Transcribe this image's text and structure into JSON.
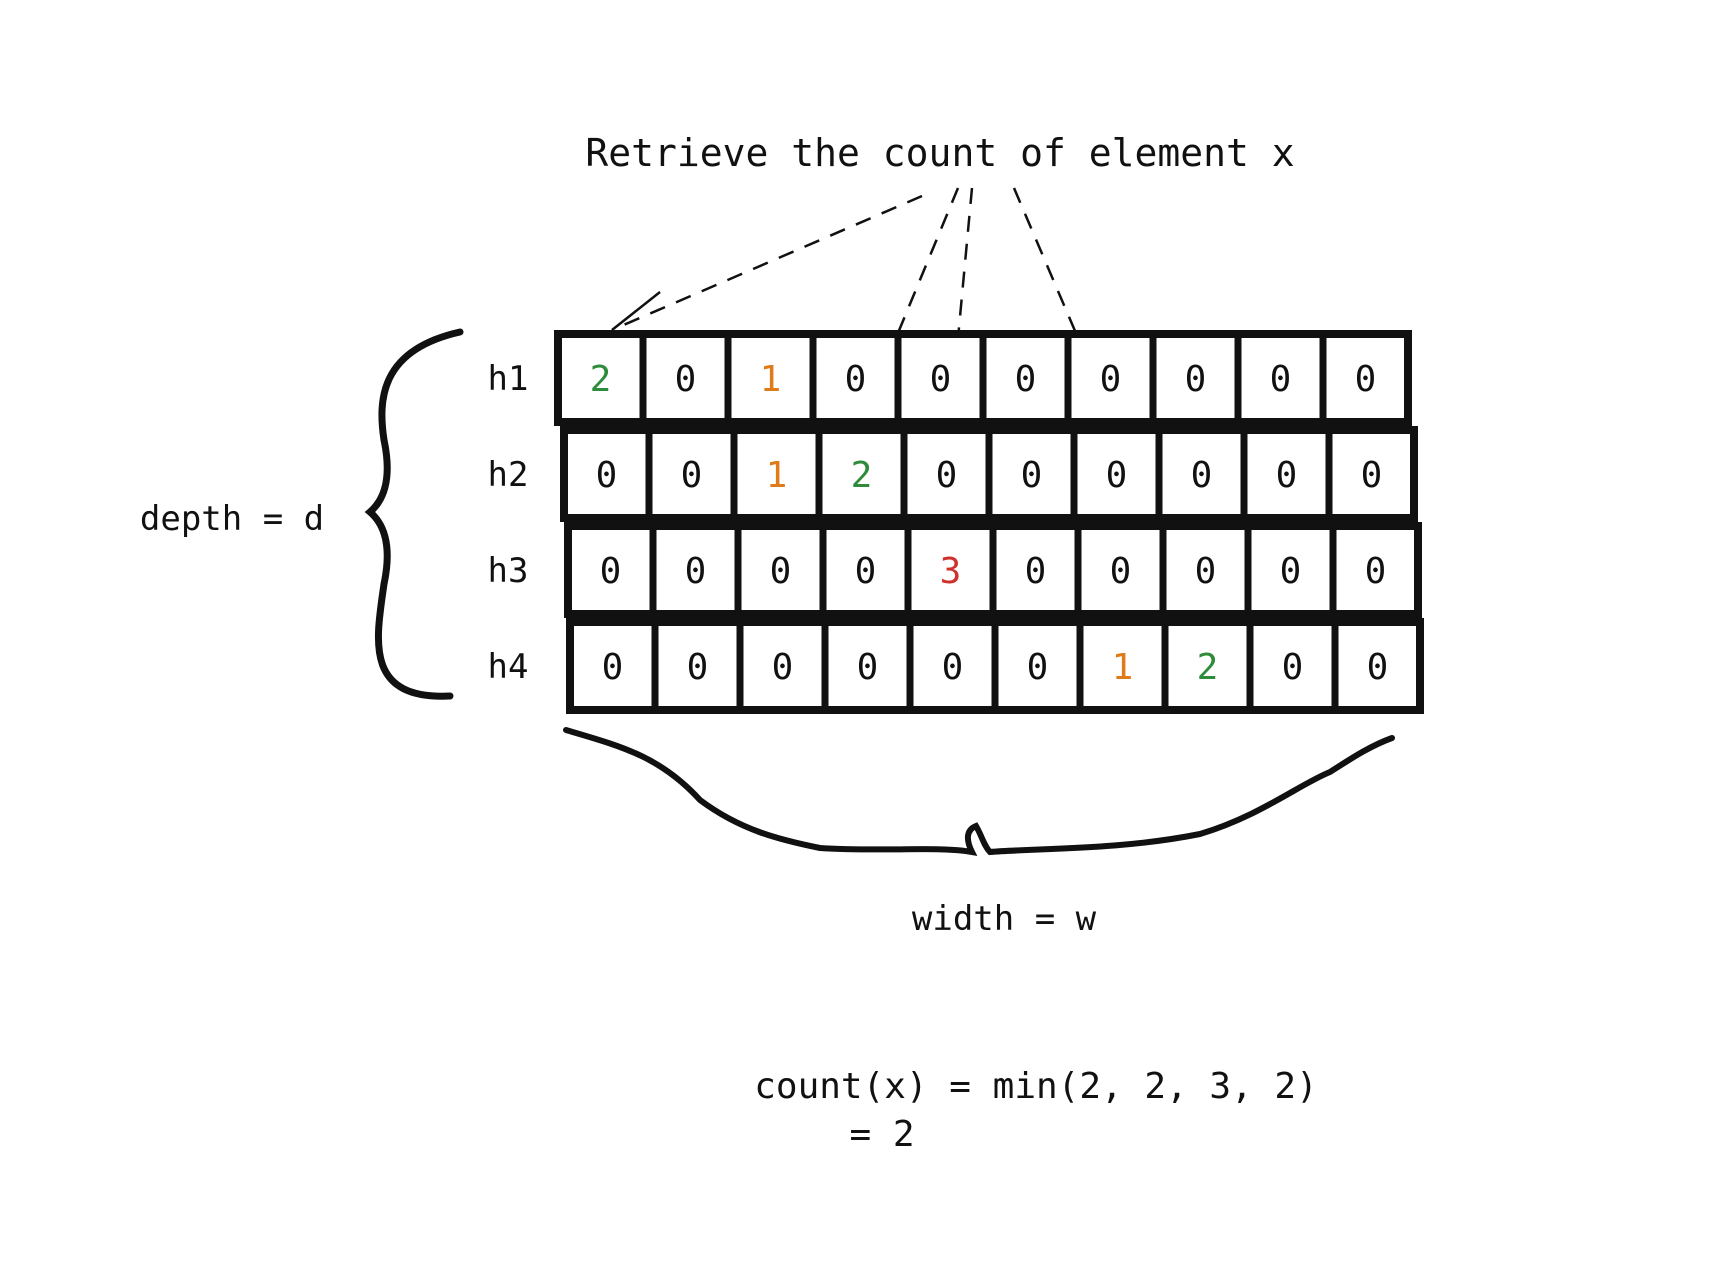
{
  "title": "Retrieve the count of element x",
  "depth_label": "depth = d",
  "width_label": "width = w",
  "formula": {
    "line1": "count(x) = min(2, 2, 3, 2)",
    "line2": "= 2"
  },
  "colors": {
    "ink": "#111111",
    "green": "#2e8b3a",
    "orange": "#e07b1a",
    "red": "#d0302c"
  },
  "rows": [
    {
      "label": "h1",
      "cells": [
        "2",
        "0",
        "1",
        "0",
        "0",
        "0",
        "0",
        "0",
        "0",
        "0"
      ],
      "highlights": {
        "0": "green",
        "2": "orange"
      }
    },
    {
      "label": "h2",
      "cells": [
        "0",
        "0",
        "1",
        "2",
        "0",
        "0",
        "0",
        "0",
        "0",
        "0"
      ],
      "highlights": {
        "2": "orange",
        "3": "green"
      }
    },
    {
      "label": "h3",
      "cells": [
        "0",
        "0",
        "0",
        "0",
        "3",
        "0",
        "0",
        "0",
        "0",
        "0"
      ],
      "highlights": {
        "4": "red"
      }
    },
    {
      "label": "h4",
      "cells": [
        "0",
        "0",
        "0",
        "0",
        "0",
        "0",
        "1",
        "2",
        "0",
        "0"
      ],
      "highlights": {
        "6": "orange",
        "7": "green"
      }
    }
  ]
}
